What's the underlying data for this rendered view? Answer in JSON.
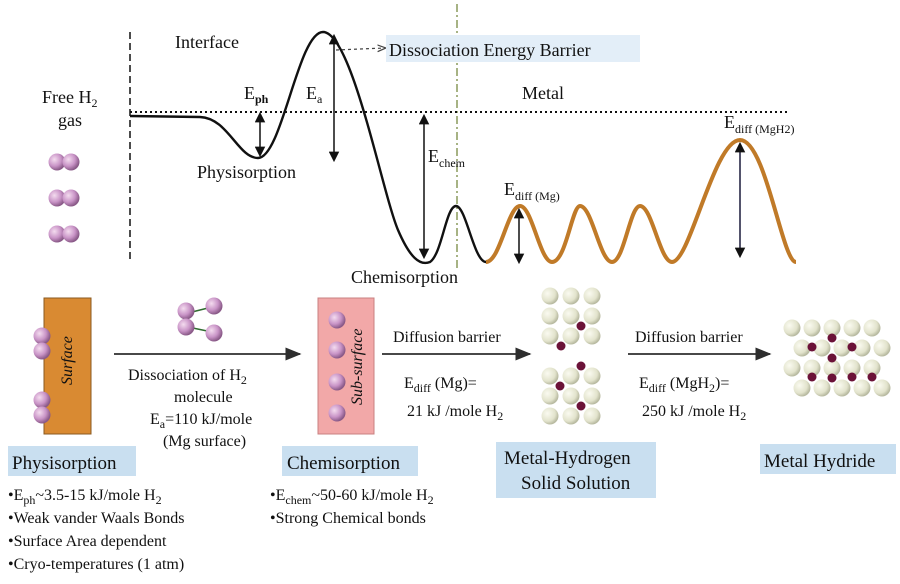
{
  "energy_diagram": {
    "interface_label": "Interface",
    "metal_label": "Metal",
    "free_h2_line1": "Free H",
    "free_h2_sub": "2",
    "free_h2_line2": "gas",
    "barrier_label": "Dissociation Energy Barrier",
    "eph": {
      "main": "E",
      "sub": "ph"
    },
    "ea": {
      "main": "E",
      "sub": "a"
    },
    "echem": {
      "main": "E",
      "sub": "chem"
    },
    "ediff_mg": {
      "main": "E",
      "sub": "diff (Mg)"
    },
    "ediff_mgh2": {
      "main": "E",
      "sub": "diff (MgH2)"
    },
    "physisorption_label": "Physisorption",
    "chemisorption_label": "Chemisorption"
  },
  "process": {
    "surface_label": "Surface",
    "subsurface_label": "Sub-surface",
    "step1": {
      "line1": "Dissociation of H",
      "line1_sub": "2",
      "line2": "molecule",
      "line3": "E",
      "line3_sub": "a",
      "line3_rest": "=110 kJ/mole",
      "line4": "(Mg surface)"
    },
    "step2": {
      "line1": "Diffusion barrier",
      "line2_main": "E",
      "line2_sub": "diff",
      "line2_rest": " (Mg)=",
      "line3": "21 kJ /mole H",
      "line3_sub": "2"
    },
    "step3": {
      "line1": "Diffusion barrier",
      "line2_main": "E",
      "line2_sub": "diff",
      "line2_rest": " (MgH",
      "line2_sub2": "2",
      "line2_end": ")=",
      "line3": "250 kJ /mole H",
      "line3_sub": "2"
    }
  },
  "stages": {
    "physisorption": {
      "title": "Physisorption",
      "bullets": [
        {
          "pre": "•E",
          "sub": "ph",
          "post": "~3.5-15 kJ/mole H",
          "sub2": "2"
        },
        {
          "pre": "•Weak vander Waals Bonds"
        },
        {
          "pre": "•Surface Area dependent"
        },
        {
          "pre": "•Cryo-temperatures (1 atm)"
        }
      ]
    },
    "chemisorption": {
      "title": "Chemisorption",
      "bullets": [
        {
          "pre": "•E",
          "sub": "chem",
          "post": "~50-60 kJ/mole H",
          "sub2": "2"
        },
        {
          "pre": "•Strong Chemical bonds"
        }
      ]
    },
    "solid_solution": {
      "line1": "Metal-Hydrogen",
      "line2": "Solid Solution"
    },
    "hydride": {
      "title": "Metal Hydride"
    }
  },
  "colors": {
    "curve_black": "#111111",
    "curve_orange": "#c07a28",
    "surface_fill": "#d98a32",
    "subsurface_fill": "#f2a8a8",
    "atom_pink": "#c994c7",
    "atom_cream": "#e7e8d4",
    "atom_dark": "#6b1238",
    "label_box": "#c9dff0",
    "interface_line": "#8a9a5b"
  }
}
